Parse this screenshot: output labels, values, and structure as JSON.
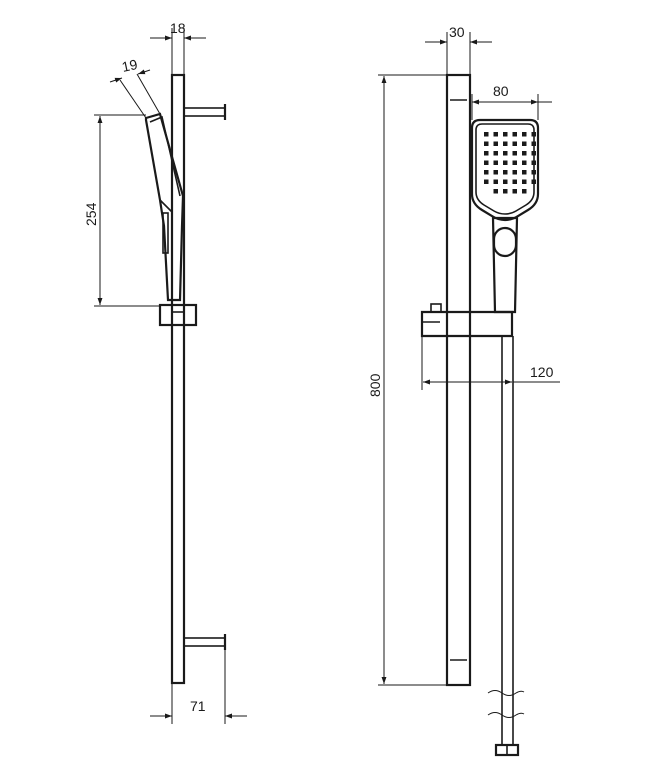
{
  "dimensions": {
    "bar_offset": "18",
    "head_thickness": "19",
    "head_height": "254",
    "wall_offset": "71",
    "bar_width": "30",
    "head_width": "80",
    "bar_length": "800",
    "holder_depth": "120"
  },
  "colors": {
    "line": "#1a1a1a",
    "background": "#ffffff"
  }
}
